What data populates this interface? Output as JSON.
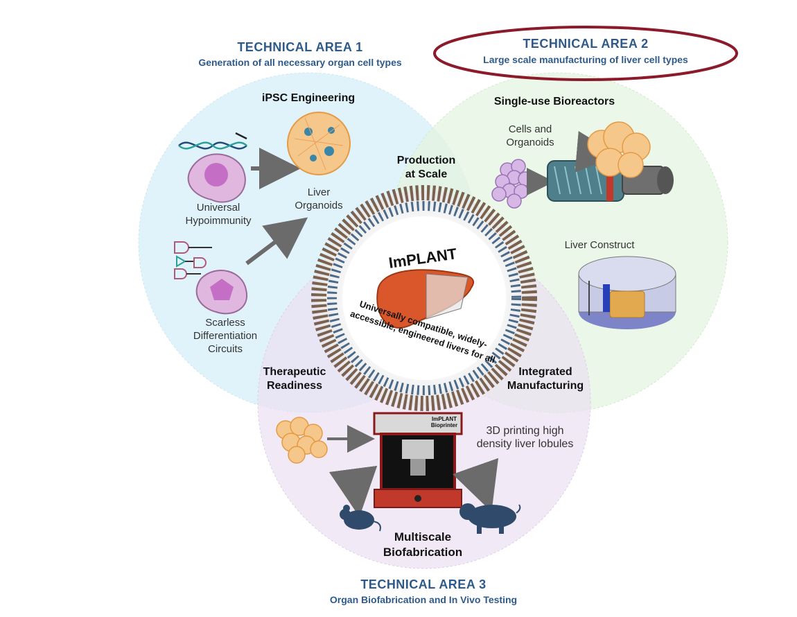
{
  "technical_areas": [
    {
      "title": "TECHNICAL AREA 1",
      "subtitle": "Generation of all necessary organ cell types"
    },
    {
      "title": "TECHNICAL AREA 2",
      "subtitle": "Large scale manufacturing of liver cell types"
    },
    {
      "title": "TECHNICAL AREA 3",
      "subtitle": "Organ Biofabrication and In Vivo Testing"
    }
  ],
  "sections": {
    "ipsc_engineering": "iPSC Engineering",
    "single_use_bioreactors": "Single-use Bioreactors",
    "production_at_scale": [
      "Production",
      "at Scale"
    ],
    "therapeutic_readiness": [
      "Therapeutic",
      "Readiness"
    ],
    "integrated_manufacturing": [
      "Integrated",
      "Manufacturing"
    ],
    "multiscale_biofabrication": [
      "Multiscale",
      "Biofabrication"
    ]
  },
  "labels": {
    "universal_hypoimmunity": [
      "Universal",
      "Hypoimmunity"
    ],
    "liver_organoids": [
      "Liver",
      "Organoids"
    ],
    "scarless_circuits": [
      "Scarless",
      "Differentiation",
      "Circuits"
    ],
    "cells_and_organoids": [
      "Cells and",
      "Organoids"
    ],
    "liver_construct": "Liver Construct",
    "printing_3d": [
      "3D printing high",
      "density liver lobules"
    ],
    "bioprinter_brand": [
      "ImPLANT",
      "Bioprinter"
    ]
  },
  "center": {
    "title": "ImPLANT",
    "tagline_line1": "Universally compatible, widely-",
    "tagline_line2": "accessible, engineered livers for all"
  },
  "colors": {
    "area1": "#d8f0f8",
    "area2": "#e6f5e2",
    "area3": "#ece0f2",
    "heading_blue": "#2e5a8a",
    "highlight_ellipse": "#8b1a2a"
  }
}
